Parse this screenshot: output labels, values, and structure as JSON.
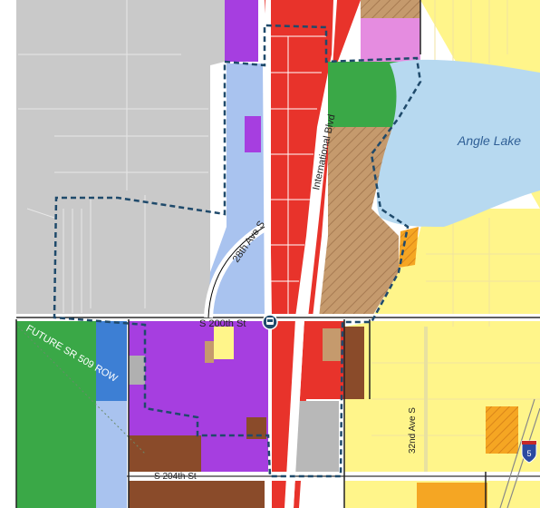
{
  "map": {
    "labels": {
      "lake": "Angle Lake",
      "international_blvd": "International Blvd",
      "ave_28th": "28th Ave S",
      "st_200th": "S 200th St",
      "future_sr509": "FUTURE SR 509 ROW",
      "ave_32nd": "32nd Ave S",
      "st_204th": "S 204th St",
      "interstate_shield": "5",
      "station_icon": "light-rail-station-icon"
    },
    "colors": {
      "commercial_red": "#e8332b",
      "mixed_use_purple": "#a63ee0",
      "light_blue": "#a9c3ef",
      "residential_yellow": "#fff58a",
      "brown_hatch": "#c59a6d",
      "park_green": "#3aa847",
      "gray_industrial": "#c9c9c9",
      "lake_blue": "#b7d9f0",
      "orange": "#f5a623",
      "pink": "#e58ce0",
      "dark_brown": "#8a4b2a",
      "boundary_dash": "#1f4a6b"
    }
  }
}
